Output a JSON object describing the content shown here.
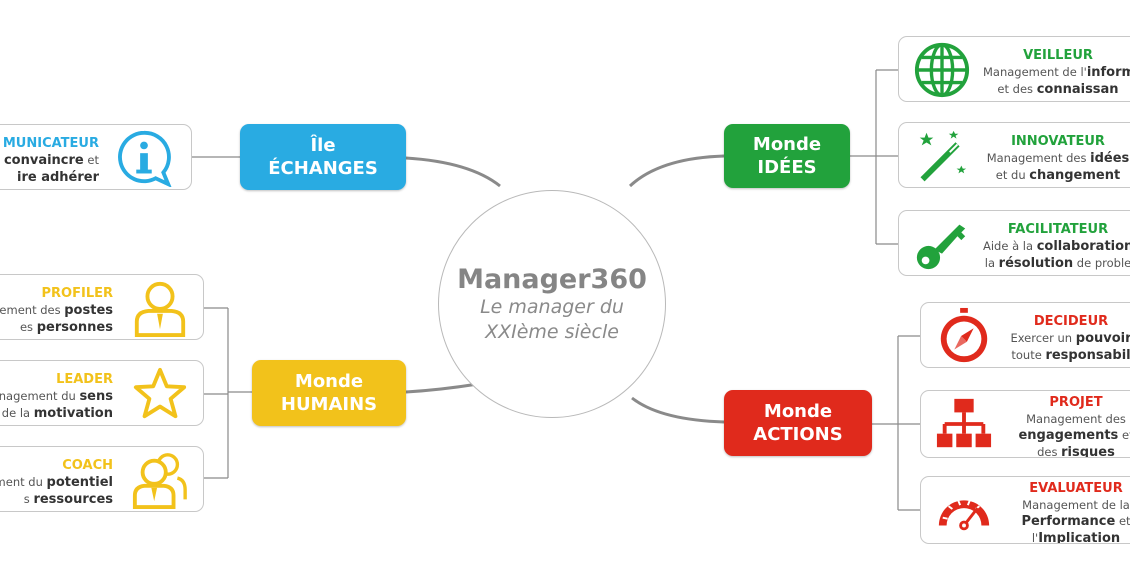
{
  "center": {
    "title": "Manager360",
    "subtitle_1": "Le manager du",
    "subtitle_2": "XXIème siècle"
  },
  "colors": {
    "blue": "#29abe2",
    "green": "#22a23c",
    "yellow": "#f2c21b",
    "red": "#e02a1c",
    "line": "#8a8a8a"
  },
  "worlds": {
    "echanges": {
      "line1": "Île",
      "line2": "ÉCHANGES"
    },
    "idees": {
      "line1": "Monde",
      "line2": "IDÉES"
    },
    "humains": {
      "line1": "Monde",
      "line2": "HUMAINS"
    },
    "actions": {
      "line1": "Monde",
      "line2": "ACTIONS"
    }
  },
  "cards": {
    "communicateur": {
      "role": "MUNICATEUR",
      "l1a": "convaincre",
      "l1b": " et",
      "l2a": "ire adhérer",
      "icon": "info-icon"
    },
    "profiler": {
      "role": "PROFILER",
      "l1a": "ement des ",
      "l1b": "postes",
      "l2a": "es ",
      "l2b": "personnes",
      "icon": "person-icon"
    },
    "leader": {
      "role": "LEADER",
      "l1a": "nagement du ",
      "l1b": "sens",
      "l2a": "de la ",
      "l2b": "motivation",
      "icon": "star-icon"
    },
    "coach": {
      "role": "COACH",
      "l1a": "ment du ",
      "l1b": "potentiel",
      "l2a": "s ",
      "l2b": "ressources",
      "icon": "people-icon"
    },
    "veilleur": {
      "role": "VEILLEUR",
      "l1a": "Management de l'",
      "l1b": "inform",
      "l2a": "et des ",
      "l2b": "connaissan",
      "icon": "globe-icon"
    },
    "innovateur": {
      "role": "INNOVATEUR",
      "l1a": "Management des ",
      "l1b": "idées",
      "l2a": "et du ",
      "l2b": "changement",
      "icon": "magic-wand-icon"
    },
    "facilitateur": {
      "role": "FACILITATEUR",
      "l1a": "Aide à la ",
      "l1b": "collaboration",
      "l2a": "la ",
      "l2b": "résolution",
      "l2c": " de proble",
      "icon": "key-icon"
    },
    "decideur": {
      "role": "DECIDEUR",
      "l1a": "Exercer un ",
      "l1b": "pouvoir",
      "l2a": "toute ",
      "l2b": "responsabil",
      "icon": "compass-icon"
    },
    "projet": {
      "role": "PROJET",
      "l1a": "Management des",
      "l2b": "engagements",
      "l2c": " et",
      "l3a": "des ",
      "l3b": "risques",
      "icon": "org-chart-icon"
    },
    "evaluateur": {
      "role": "EVALUATEUR",
      "l1a": "Management de la",
      "l2b": "Performance",
      "l2c": " et",
      "l3a": "l'",
      "l3b": "Implication",
      "icon": "gauge-icon"
    }
  }
}
